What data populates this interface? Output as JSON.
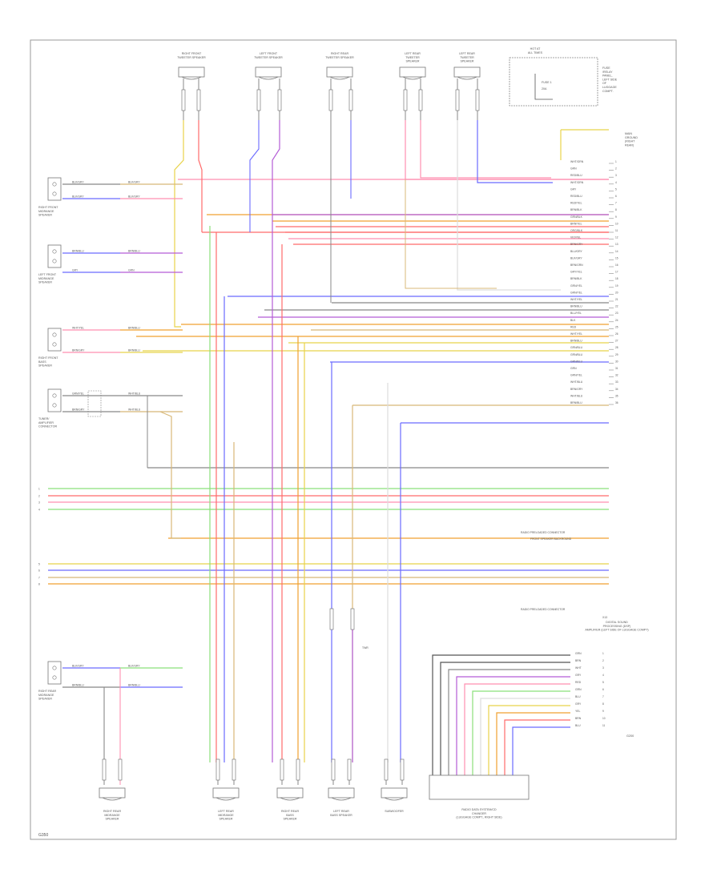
{
  "colors": {
    "red": "#ff6b6b",
    "pink": "#ff8fb1",
    "violet": "#b45cd6",
    "blue": "#6b6bff",
    "yellow": "#e8d34a",
    "orange": "#f0a030",
    "green": "#8be07a",
    "gray": "#888888",
    "tan": "#d8b878",
    "black": "#555555",
    "light": "#dddddd",
    "cyan": "#66c0e0"
  },
  "top_components": [
    {
      "label": [
        "RIGHT FRONT",
        "TWEETER SPEAKER"
      ]
    },
    {
      "label": [
        "LEFT FRONT",
        "TWEETER SPEAKER"
      ]
    },
    {
      "label": [
        "RIGHT REAR",
        "TWEETER SPEAKER"
      ]
    },
    {
      "label": [
        "LEFT REAR",
        "TWEETER",
        "SPEAKER"
      ]
    },
    {
      "label": [
        "LEFT REAR",
        "TWEETER",
        "SPEAKER"
      ]
    }
  ],
  "fuse_box": {
    "title": [
      "HOT AT",
      "ALL TIMES"
    ],
    "fuse": "FUSE 1",
    "fuse_amp": "20A",
    "side": [
      "FUSE",
      "/RELAY",
      "PANEL,",
      "LEFT SIDE",
      "OF",
      "LUGGAGE",
      "COMPT."
    ]
  },
  "grounds": [
    {
      "label": [
        "MAIN",
        "GROUND",
        "(RIGHT",
        "REAR)"
      ]
    }
  ],
  "left_components": [
    {
      "label": [
        "RIGHT FRONT",
        "MIDRANGE",
        "SPEAKER"
      ]
    },
    {
      "label": [
        "LEFT FRONT",
        "MIDRANGE",
        "SPEAKER"
      ]
    },
    {
      "label": [
        "RIGHT FRONT",
        "BASS",
        "SPEAKER"
      ]
    },
    {
      "label": [
        "TUNER/",
        "AMPLIFIER",
        "CONNECTOR"
      ]
    },
    {
      "label": [
        "RIGHT REAR",
        "MIDRANGE",
        "SPEAKER"
      ]
    }
  ],
  "amplifier": {
    "label": [
      "DIGITAL SOUND",
      "PROCESSING (DSP)",
      "AMPLIFIER (LEFT SIDE OF LUGGAGE COMPT)"
    ],
    "connector": "X13",
    "ground_id": "G200"
  },
  "bottom_components": [
    {
      "label": [
        "RIGHT REAR",
        "MIDRANGE",
        "SPEAKER"
      ]
    },
    {
      "label": [
        "LEFT REAR",
        "MIDRANGE",
        "SPEAKER"
      ]
    },
    {
      "label": [
        "RIGHT REAR",
        "BASS",
        "SPEAKER"
      ]
    },
    {
      "label": [
        "LEFT REAR",
        "BASS SPEAKER"
      ]
    },
    {
      "label": [
        "SUBWOOFER"
      ]
    },
    {
      "label": [
        "RADIO DATA SYSTEM/CD",
        "CHANGER",
        "(LUGGAGE COMPT., RIGHT SIDE)"
      ]
    }
  ],
  "wire_labels": {
    "right_column": [
      "WHT/GRN",
      "GRN",
      "RED/BLU",
      "WHT/GRN",
      "GRY",
      "RED/BLU",
      "RED/YEL",
      "BRN/BLK",
      "GRN/BLK",
      "BRN/YEL",
      "ORG/BLK",
      "VIO/YEL",
      "BRN/GRY",
      "BLU/GRY",
      "BLK/GRY",
      "BRN/GRN",
      "GRY/YEL",
      "BRN/BLK",
      "GRN/YEL",
      "GRN/YEL",
      "WHT/YEL",
      "BRN/BLU",
      "BLU/YEL",
      "BLK",
      "RED",
      "WHT/YEL",
      "BRN/BLU",
      "GRN/BLU",
      "GRN/BLU",
      "GRN/BLU",
      "GRN",
      "GRN/YEL",
      "WHT/BLU",
      "BRN/GRY",
      "WHT/BLU",
      "BRN/BLU"
    ],
    "left_mid": [
      "BLK/GRY",
      "BLK/GRY",
      "BLK/GRY",
      "BLK/GRY",
      "BRN/BLU",
      "BRN/BLU",
      "GRY",
      "GRN",
      "WHT/YEL",
      "BRN/BLU",
      "BRN/GRY",
      "BRN/BLU",
      "GRN/YEL",
      "WHT/BLU",
      "BRN/GRY",
      "WHT/BLU",
      "BLK/GRY",
      "BLK/GRY",
      "BRN/BLU",
      "BRN/BLU"
    ],
    "ribbon": [
      "GRN",
      "BRN",
      "WHT",
      "GRY",
      "RED",
      "GRN",
      "BLU",
      "GRY",
      "YEL",
      "BRN",
      "BLU"
    ],
    "misc": [
      "TWR",
      "RADIO PRELOADED CONNECTOR",
      "RADIO PRELOADED CONNECTOR",
      "FRONT SPEAKER BACKROUND"
    ]
  },
  "footer": "G350"
}
